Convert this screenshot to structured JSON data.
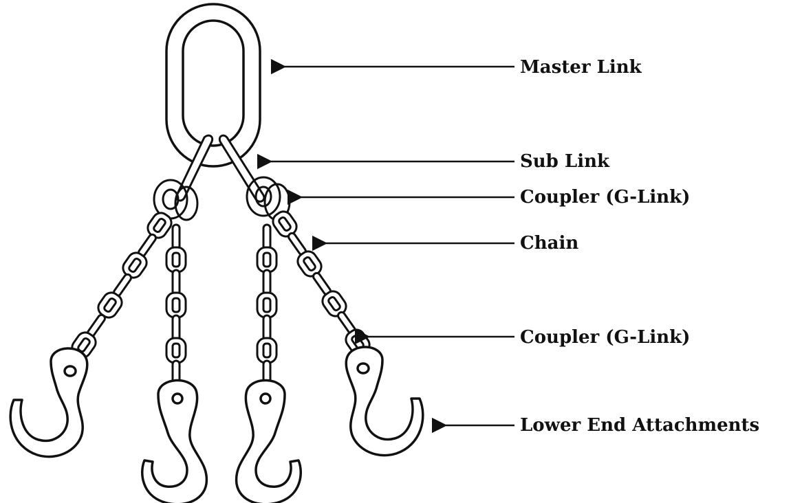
{
  "diagram": {
    "labels": {
      "master_link": "Master Link",
      "sub_link": "Sub Link",
      "coupler_top": "Coupler (G-Link)",
      "chain": "Chain",
      "coupler_bottom": "Coupler (G-Link)",
      "lower_end": "Lower End Attachments"
    }
  },
  "colors": {
    "ink": "#111111",
    "background": "#ffffff"
  }
}
